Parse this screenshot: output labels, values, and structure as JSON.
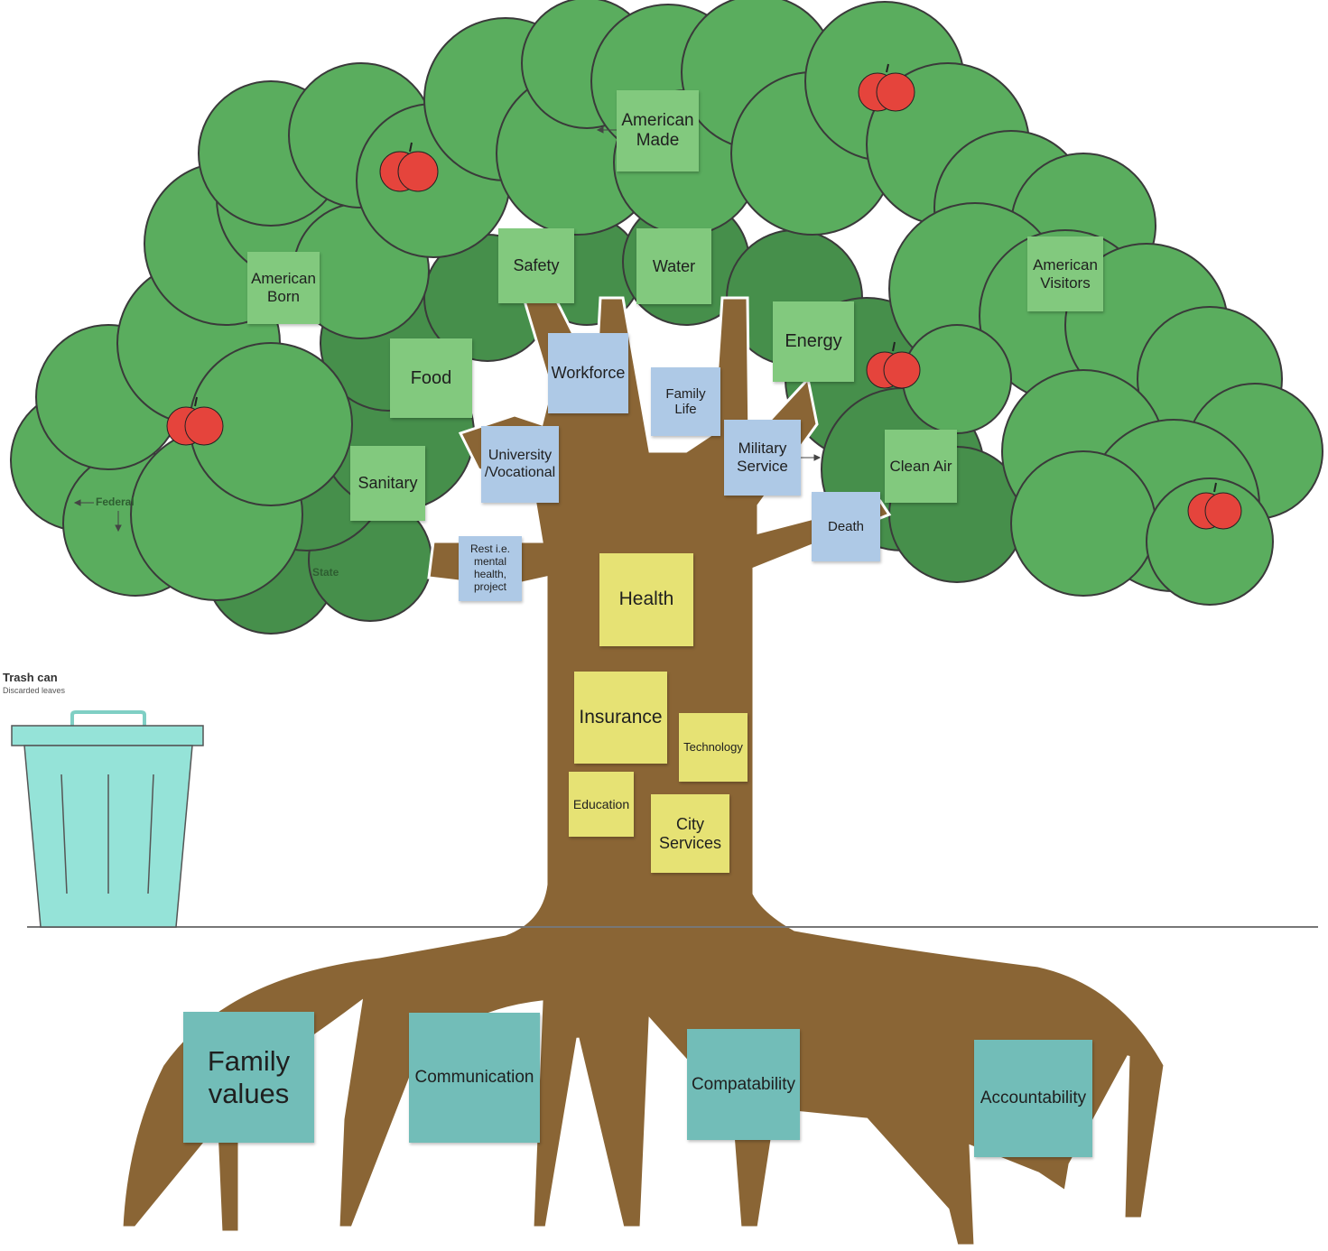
{
  "trash": {
    "title": "Trash can",
    "subtitle": "Discarded leaves"
  },
  "canopy_labels": {
    "federal": "Federal",
    "state": "State"
  },
  "leaves": {
    "american_made": "American\nMade",
    "american_born": "American\nBorn",
    "safety": "Safety",
    "water": "Water",
    "american_visitors": "American\nVisitors",
    "food": "Food",
    "energy": "Energy",
    "sanitary": "Sanitary",
    "clean_air": "Clean Air"
  },
  "branches": {
    "workforce": "Workforce",
    "family_life": "Family\nLife",
    "university": "University\n/Vocational",
    "military": "Military\nService",
    "death": "Death",
    "rest": "Rest i.e.\nmental\nhealth,\nproject"
  },
  "trunk": {
    "health": "Health",
    "insurance": "Insurance",
    "technology": "Technology",
    "education": "Education",
    "city_services": "City\nServices"
  },
  "roots": {
    "family_values": "Family\nvalues",
    "communication": "Communication",
    "compatability": "Compatability",
    "accountability": "Accountability"
  },
  "colors": {
    "canopy_light": "#5aad5e",
    "canopy_dark": "#468f4b",
    "trunk": "#8a6535",
    "apple": "#e5443c",
    "trash": "#95e3d8"
  }
}
